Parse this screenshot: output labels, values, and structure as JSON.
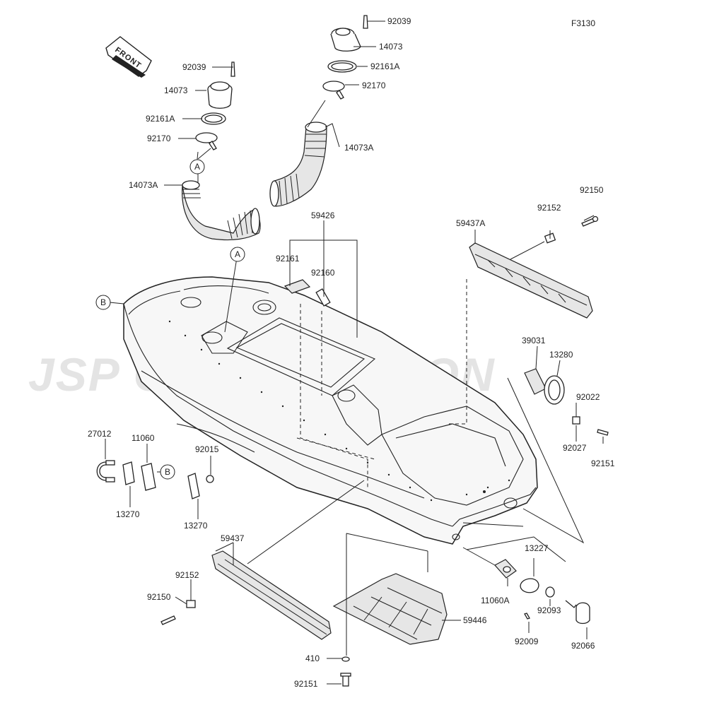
{
  "diagram": {
    "figure_code": "F3130",
    "front_label": "FRONT",
    "watermark": "JSP CORPORATION",
    "ref_a": "A",
    "ref_b": "B",
    "labels": {
      "p92039_r": "92039",
      "p14073_r": "14073",
      "p92161A_r": "92161A",
      "p92170_r": "92170",
      "p14073A_r": "14073A",
      "p92039_l": "92039",
      "p14073_l": "14073",
      "p92161A_l": "92161A",
      "p92170_l": "92170",
      "p14073A_l": "14073A",
      "p59426": "59426",
      "p92161": "92161",
      "p92160": "92160",
      "p59437A": "59437A",
      "p92152_r": "92152",
      "p92150_r": "92150",
      "p39031": "39031",
      "p13280": "13280",
      "p92022": "92022",
      "p92027": "92027",
      "p92151_r": "92151",
      "p27012": "27012",
      "p11060": "11060",
      "p92015": "92015",
      "p13270_a": "13270",
      "p13270_b": "13270",
      "p59437": "59437",
      "p92152_l": "92152",
      "p92150_l": "92150",
      "p13227": "13227",
      "p11060A": "11060A",
      "p92093": "92093",
      "p92009": "92009",
      "p92066": "92066",
      "p59446": "59446",
      "p410": "410",
      "p92151_b": "92151"
    }
  }
}
